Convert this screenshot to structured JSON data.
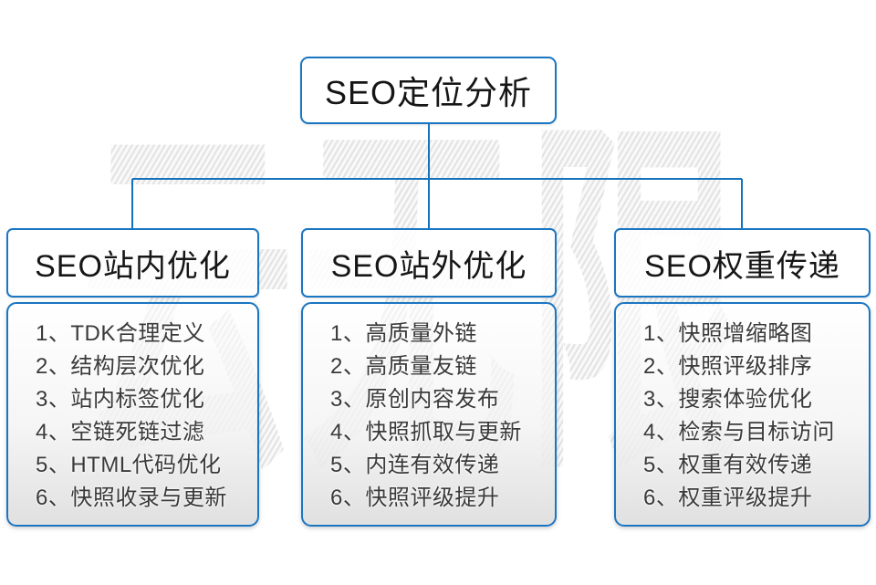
{
  "watermark": {
    "text": "云无限"
  },
  "colors": {
    "connector_blue": "#1472bd",
    "box_border_blue": "#1b76c2",
    "title_text": "#161616",
    "list_text": "#3a3a3a",
    "list_box_gradient_bottom": "#dedede",
    "watermark_gray": "#e3e3e3"
  },
  "root": {
    "title": "SEO定位分析"
  },
  "branches": [
    {
      "title": "SEO站内优化",
      "items": [
        "1、TDK合理定义",
        "2、结构层次优化",
        "3、站内标签优化",
        "4、空链死链过滤",
        "5、HTML代码优化",
        "6、快照收录与更新"
      ]
    },
    {
      "title": "SEO站外优化",
      "items": [
        "1、高质量外链",
        "2、高质量友链",
        "3、原创内容发布",
        "4、快照抓取与更新",
        "5、内连有效传递",
        "6、快照评级提升"
      ]
    },
    {
      "title": "SEO权重传递",
      "items": [
        "1、快照增缩略图",
        "2、快照评级排序",
        "3、搜索体验优化",
        "4、检索与目标访问",
        "5、权重有效传递",
        "6、权重评级提升"
      ]
    }
  ]
}
